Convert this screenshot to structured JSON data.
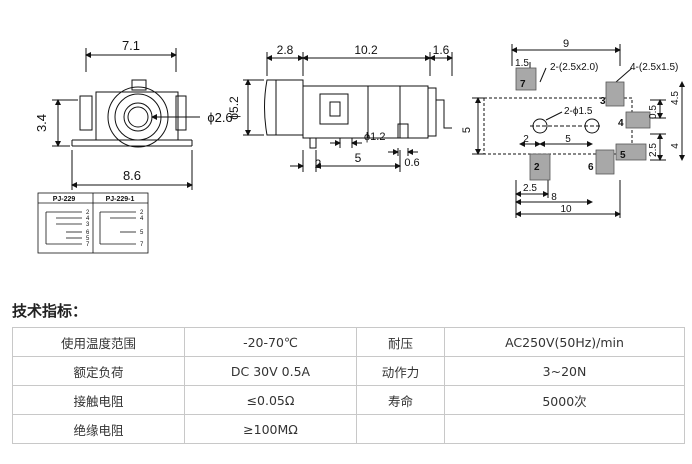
{
  "drawing": {
    "front_view": {
      "dim_width": "7.1",
      "dim_height": "3.4",
      "dim_bore": "ϕ2.6",
      "dim_base": "8.6"
    },
    "side_view": {
      "dim_nose": "2.8",
      "dim_body": "10.2",
      "dim_tail": "1.6",
      "dim_diameter": "ϕ5.2",
      "dim_pin_dia": "ϕ1.2",
      "dim_pin_offset": "2",
      "dim_pin_span": "5",
      "dim_pin_width": "0.6"
    },
    "footprint": {
      "dim_top": "9",
      "dim_pad_top": "1.5",
      "label_holes": "2-(2.5x2.0)",
      "label_pads": "4-(2.5x1.5)",
      "label_pth": "2-ϕ1.5",
      "dim_height_left": "5",
      "dim_right_1": "0.5",
      "dim_right_2": "4.5",
      "dim_right_3": "2.5",
      "dim_right_4": "4",
      "dim_hole_a": "2",
      "dim_hole_b": "5",
      "dim_bottom_pad": "2.5",
      "dim_bottom_mid": "8",
      "dim_bottom_total": "10",
      "pin_numbers": [
        "7",
        "3",
        "4",
        "5",
        "2",
        "6"
      ]
    },
    "schematic": {
      "model_a": "PJ-229",
      "model_b": "PJ-229-1",
      "pins_a": [
        "2",
        "4",
        "3",
        "6",
        "5",
        "7"
      ],
      "pins_b": [
        "2",
        "4",
        "5",
        "7"
      ]
    }
  },
  "specs": {
    "title": "技术指标：",
    "rows": [
      {
        "label1": "使用温度范围",
        "value1": "-20-70℃",
        "label2": "耐压",
        "value2": "AC250V(50Hz)/min"
      },
      {
        "label1": "额定负荷",
        "value1": "DC 30V 0.5A",
        "label2": "动作力",
        "value2": "3~20N"
      },
      {
        "label1": "接触电阻",
        "value1": "≤0.05Ω",
        "label2": "寿命",
        "value2": "5000次"
      },
      {
        "label1": "绝缘电阻",
        "value1": "≥100MΩ",
        "label2": "",
        "value2": ""
      }
    ]
  }
}
